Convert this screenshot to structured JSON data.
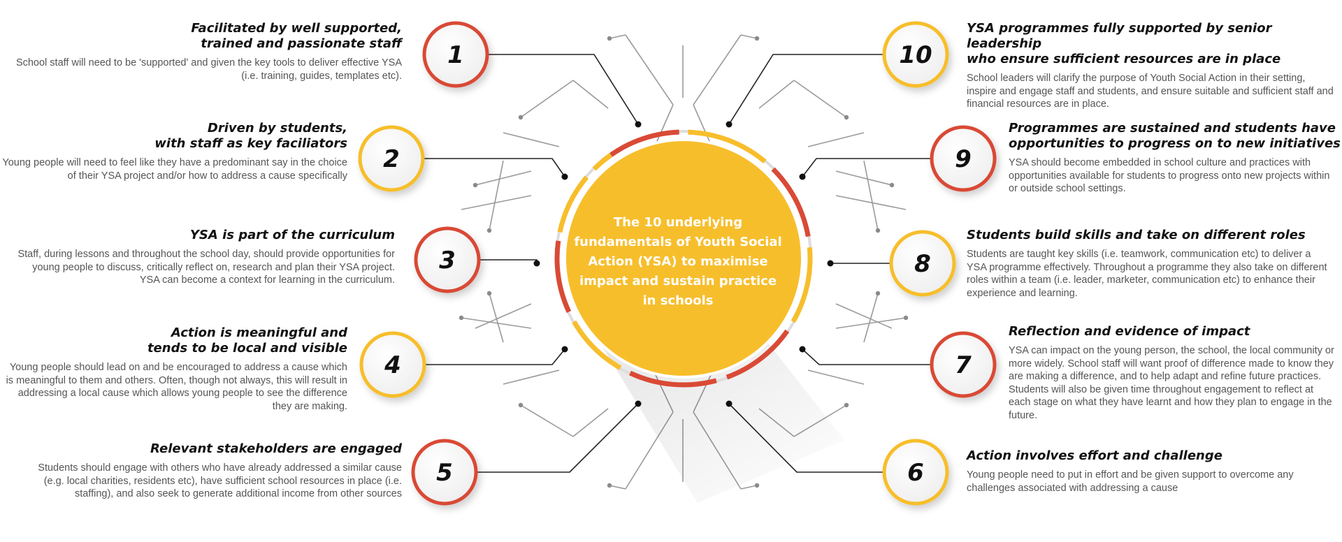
{
  "center_title": "The 10 underlying fundamentals of Youth Social Action (YSA) to maximise impact and sustain practice in schools",
  "colors": {
    "center_fill": "#F7BE2C",
    "red": "#D94A35",
    "yellow": "#F7BE2C",
    "heading": "#111111",
    "body": "#555555"
  },
  "fundamentals": [
    {
      "number": "1",
      "heading_lines": [
        "Facilitated by well supported,",
        "trained and passionate staff"
      ],
      "body": "School staff will need to be 'supported' and given the key tools to deliver effective YSA (i.e. training, guides, templates etc).",
      "accent": "red"
    },
    {
      "number": "2",
      "heading_lines": [
        "Driven by students,",
        "with staff as key faciliators"
      ],
      "body": "Young people will need to feel like they have a predominant say in the choice of their YSA project and/or how to address a cause specifically",
      "accent": "yellow"
    },
    {
      "number": "3",
      "heading_lines": [
        "YSA is part of the curriculum"
      ],
      "body": "Staff, during lessons and throughout the school day, should provide opportunities for young people to discuss, critically reflect on, research and plan their YSA project. YSA can become a context for learning in the curriculum.",
      "accent": "red"
    },
    {
      "number": "4",
      "heading_lines": [
        "Action is meaningful and",
        "tends to be local and visible"
      ],
      "body": "Young people should lead on and be encouraged to address a cause which is meaningful to them and others. Often, though not always, this will result in addressing a local cause which allows young people to see the difference they are making.",
      "accent": "yellow"
    },
    {
      "number": "5",
      "heading_lines": [
        "Relevant stakeholders are engaged"
      ],
      "body": "Students should engage with others who have already addressed a similar cause (e.g. local charities, residents etc), have sufficient school resources in place (i.e. staffing), and also seek to generate additional income from other sources",
      "accent": "red"
    },
    {
      "number": "6",
      "heading_lines": [
        "Action involves effort and challenge"
      ],
      "body": "Young people need to put in effort and be given support to overcome any challenges associated with addressing a cause",
      "accent": "yellow"
    },
    {
      "number": "7",
      "heading_lines": [
        "Reflection and evidence of impact"
      ],
      "body": "YSA can impact on the young person, the school, the local community or more widely. School staff will want proof of difference made to know they are making a difference, and to help adapt and refine future practices. Students will also be given time throughout engagement to reflect at each stage on what they have learnt and how they plan to engage in the future.",
      "accent": "red"
    },
    {
      "number": "8",
      "heading_lines": [
        "Students build skills and take on different roles"
      ],
      "body": "Students are taught key skills (i.e. teamwork, communication etc) to deliver a YSA programme effectively. Throughout a programme they also take on different roles within a team (i.e. leader, marketer, communication etc) to enhance their experience and learning.",
      "accent": "yellow"
    },
    {
      "number": "9",
      "heading_lines": [
        "Programmes are sustained and students have",
        "opportunities to progress on to new initiatives"
      ],
      "body": "YSA should become embedded in school culture and practices with opportunities available for students to progress onto new projects within or outside school settings.",
      "accent": "red"
    },
    {
      "number": "10",
      "heading_lines": [
        "YSA programmes fully supported by senior leadership",
        "who ensure sufficient resources are in place"
      ],
      "body": "School leaders will clarify the purpose of Youth Social Action in their setting, inspire and engage staff and students, and ensure suitable and sufficient staff and financial resources are in place.",
      "accent": "yellow"
    }
  ]
}
